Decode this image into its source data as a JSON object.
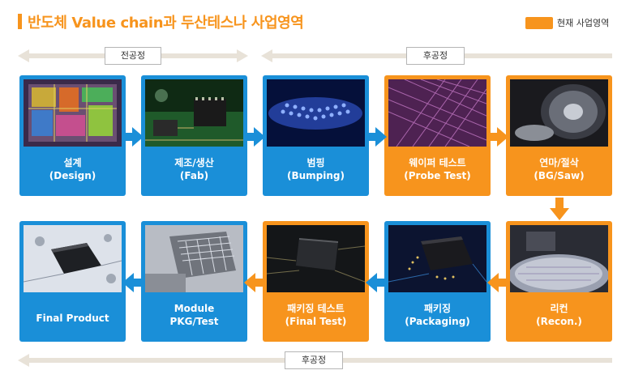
{
  "title": "반도체 Value chain과 두산테스나 사업영역",
  "legend": {
    "label": "현재 사업영역",
    "color": "#f7941d"
  },
  "colors": {
    "blue": "#1a8fd8",
    "orange": "#f7941d",
    "band": "#e8e2d8"
  },
  "bands": {
    "front": "전공정",
    "back_top": "후공정",
    "back_bottom": "후공정"
  },
  "steps": [
    {
      "name": "설계",
      "sub": "(Design)",
      "color": "blue"
    },
    {
      "name": "제조/생산",
      "sub": "(Fab)",
      "color": "blue"
    },
    {
      "name": "범핑",
      "sub": "(Bumping)",
      "color": "blue"
    },
    {
      "name": "웨이퍼 테스트",
      "sub": "(Probe Test)",
      "color": "orange"
    },
    {
      "name": "연마/절삭",
      "sub": "(BG/Saw)",
      "color": "orange"
    },
    {
      "name": "리컨",
      "sub": "(Recon.)",
      "color": "orange"
    },
    {
      "name": "패키징",
      "sub": "(Packaging)",
      "color": "blue"
    },
    {
      "name": "패키징 테스트",
      "sub": "(Final Test)",
      "color": "orange"
    },
    {
      "name": "Module",
      "sub": "PKG/Test",
      "color": "blue"
    },
    {
      "name": "Final Product",
      "sub": "",
      "color": "blue"
    }
  ]
}
